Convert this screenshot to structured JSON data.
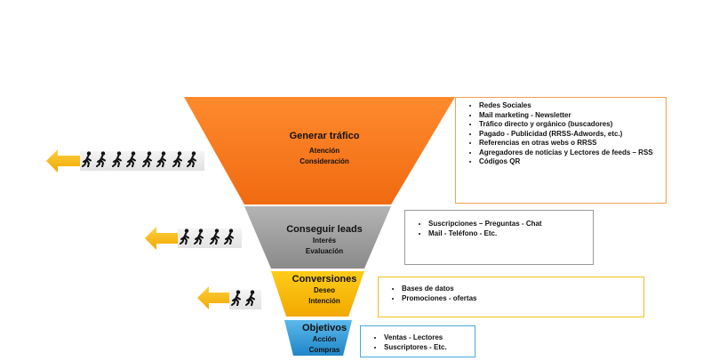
{
  "stages": [
    {
      "title": "Generar tráfico",
      "subs": [
        "Atención",
        "Consideración"
      ],
      "color": "#f5822a",
      "border_color": "#f5a050",
      "items": [
        "Redes Sociales",
        "Mail marketing - Newsletter",
        "Tráfico directo y orgánico (buscadores)",
        "Pagado - Publicidad (RRSS-Adwords, etc.)",
        "Referencias en otras webs o RRSS",
        "Agregadores de noticias y Lectores de feeds – RSS",
        "Códigos QR"
      ],
      "people_count": 8
    },
    {
      "title": "Conseguir leads",
      "subs": [
        "Interés",
        "Evaluación"
      ],
      "color": "#9e9e9e",
      "border_color": "#9a9a9a",
      "items": [
        "Suscripciones – Preguntas - Chat",
        "Mail - Teléfono - Etc."
      ],
      "people_count": 4
    },
    {
      "title": "Conversiones",
      "subs": [
        "Deseo",
        "Intención"
      ],
      "color": "#ffc000",
      "border_color": "#f0c020",
      "items": [
        "Bases de datos",
        "Promociones - ofertas"
      ],
      "people_count": 2
    },
    {
      "title": "Objetivos",
      "subs": [
        "Acción",
        "Compras"
      ],
      "color": "#2e9fdc",
      "border_color": "#4aa8dc",
      "items": [
        "Ventas - Lectores",
        "Suscriptores - Etc."
      ],
      "people_count": 0
    }
  ],
  "arrow_color": "#f5b800"
}
